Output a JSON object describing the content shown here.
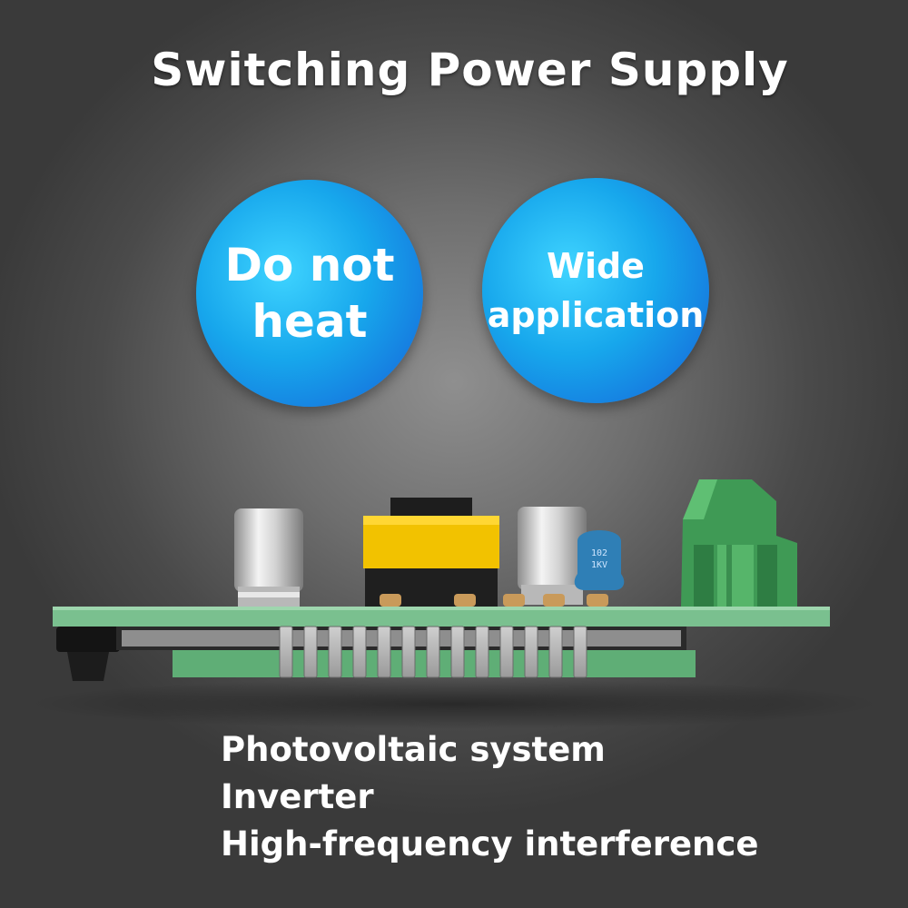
{
  "title": "Switching Power Supply",
  "badges": [
    {
      "lines": [
        "Do not",
        "heat"
      ]
    },
    {
      "lines": [
        "Wide",
        "application"
      ]
    }
  ],
  "features": [
    "Photovoltaic system",
    "Inverter",
    "High-frequency interference"
  ],
  "capacitor_marking": {
    "line1": "102",
    "line2": "1KV"
  },
  "colors": {
    "bubble": "#17a7ec",
    "pcb": "#7ac08f",
    "transformer": "#f2c200"
  }
}
